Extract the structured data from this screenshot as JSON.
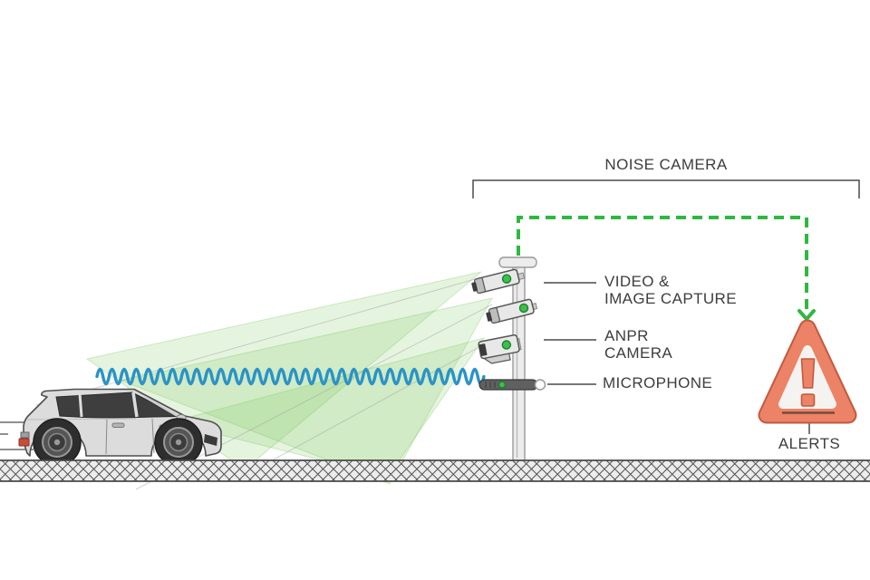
{
  "title": "NOISE CAMERA",
  "labels": {
    "video_line1": "VIDEO &",
    "video_line2": "IMAGE CAPTURE",
    "anpr_line1": "ANPR",
    "anpr_line2": "CAMERA",
    "microphone": "MICROPHONE",
    "alerts": "ALERTS"
  },
  "icons": {
    "video_camera": "cctv-camera-icon",
    "anpr_camera": "anpr-camera-icon",
    "microphone": "microphone-icon",
    "alert": "warning-triangle-icon",
    "vehicle": "car-illustration",
    "sound": "sound-wave",
    "flow": "dashed-arrow"
  },
  "colors": {
    "accent_green": "#2fb841",
    "beam_green": "#7ec860",
    "wave_blue": "#2a93c8",
    "alert_fill": "#ec8266",
    "alert_outline": "#c05b40",
    "alert_inner": "#f4f3f1",
    "text_dark": "#3d3d3d",
    "line_gray": "#4a4a4a",
    "car_body": "#dcdcdc",
    "road_fill": "#ececec",
    "road_line": "#4a4a4a",
    "metal_light": "#ececec",
    "metal_stroke": "#9a9a9a",
    "device_dark": "#606060"
  }
}
